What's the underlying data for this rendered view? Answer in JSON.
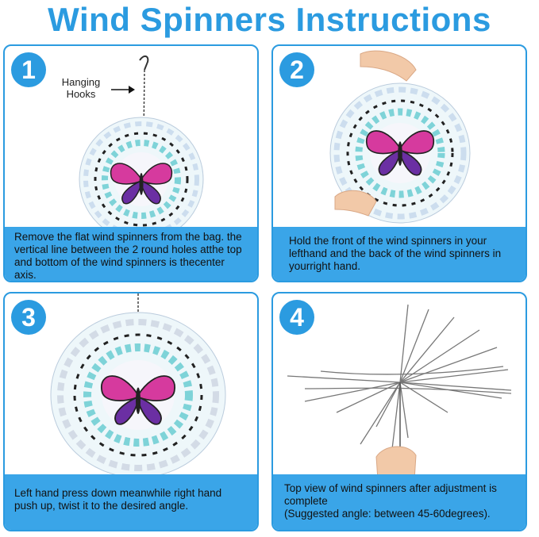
{
  "page": {
    "title": "Wind Spinners Instructions"
  },
  "steps": [
    {
      "number": "1",
      "label": "Hanging Hooks",
      "caption": "Remove the flat wind spinners from the bag. the vertical line between the 2 round holes atthe top and bottom of the wind spinners is thecenter axis."
    },
    {
      "number": "2",
      "caption": "Hold the front of the wind spinners in your lefthand and the back of the wind spinners in yourright hand."
    },
    {
      "number": "3",
      "caption": "Left hand press down meanwhile right hand push up, twist it to the desired angle."
    },
    {
      "number": "4",
      "caption_line1": "Top view of wind spinners after adjustment is complete",
      "caption_line2": "(Suggested angle: between 45-60degrees)."
    }
  ],
  "colors": {
    "accent": "#2b9be0",
    "caption_bg": "#3aa5e8",
    "butterfly_pink": "#d63a9e",
    "butterfly_purple": "#6b2fa3",
    "teal": "#4fc3c9"
  },
  "icons": [
    "arrow-icon",
    "hanging-hook-icon",
    "butterfly-icon",
    "hand-icon"
  ]
}
